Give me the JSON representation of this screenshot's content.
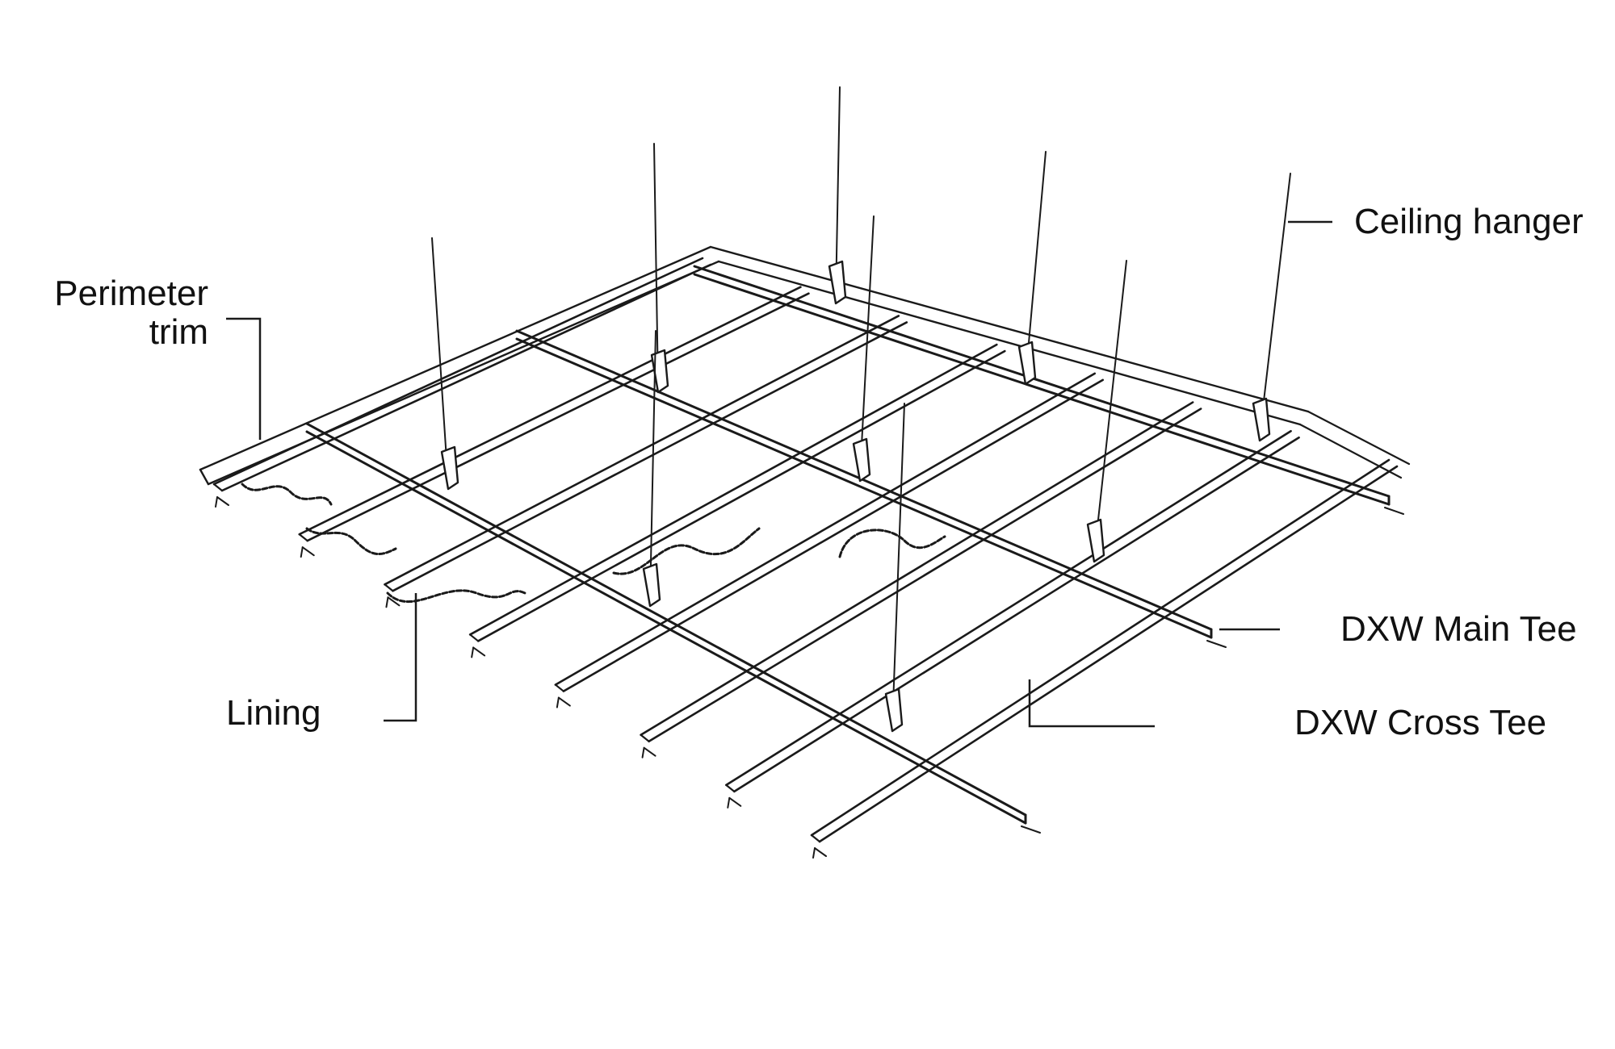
{
  "diagram": {
    "labels": {
      "ceiling_hanger": "Ceiling hanger",
      "perimeter_trim_line1": "Perimeter",
      "perimeter_trim_line2": "trim",
      "main_tee": "DXW Main Tee",
      "cross_tee": "DXW Cross Tee",
      "lining": "Lining"
    },
    "colors": {
      "line": "#1a1a1a",
      "background": "#ffffff"
    }
  }
}
